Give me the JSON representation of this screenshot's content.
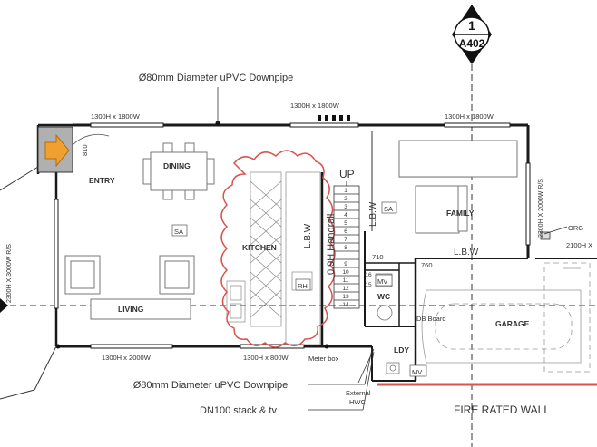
{
  "section_marker": {
    "number": "1",
    "sheet": "A402"
  },
  "notes": {
    "downpipe_top": "Ø80mm Diameter uPVC Downpipe",
    "downpipe_bottom": "Ø80mm Diameter uPVC Downpipe",
    "stack": "DN100 stack & tv",
    "meter_box": "Meter box",
    "external_hwc_1": "External",
    "external_hwc_2": "HWC",
    "fire_wall": "FIRE RATED WALL",
    "org": "ORG",
    "db_board": "DB Board",
    "handrail": "0.9H Handrail"
  },
  "windows": {
    "top_left": "1300H x 1800W",
    "top_mid": "1300H x 1800W",
    "top_right": "1300H x 1800W",
    "bottom_left": "1300H x 2000W",
    "bottom_mid": "1300H x 800W",
    "left_wall": "2300H X 3000W R/S",
    "right_wall": "2300H X 2000W R/S",
    "garage_door": "2100H X"
  },
  "rooms": {
    "entry": "ENTRY",
    "dining": "DINING",
    "kitchen": "KITCHEN",
    "living": "LIVING",
    "family": "FAMILY",
    "wc": "WC",
    "ldy": "LDY",
    "garage": "GARAGE"
  },
  "labels": {
    "up": "UP",
    "lbw_1": "L.B.W",
    "lbw_2": "L.B.W",
    "lbw_3": "L.B.W",
    "sa_1": "SA",
    "sa_2": "SA",
    "rh": "RH",
    "mv_1": "MV",
    "mv_2": "MV",
    "dim_810": "810",
    "dim_710": "710",
    "dim_760": "760"
  },
  "stair_numbers": [
    "1",
    "2",
    "3",
    "4",
    "5",
    "6",
    "7",
    "8",
    "9",
    "10",
    "11",
    "12",
    "13",
    "14",
    "15",
    "16"
  ],
  "colors": {
    "wall": "#1a1a1a",
    "cloud": "#d9534f",
    "fire_wall": "#d9534f",
    "entry_arrow": "#f0a030",
    "entry_box": "#b0b0b0"
  }
}
